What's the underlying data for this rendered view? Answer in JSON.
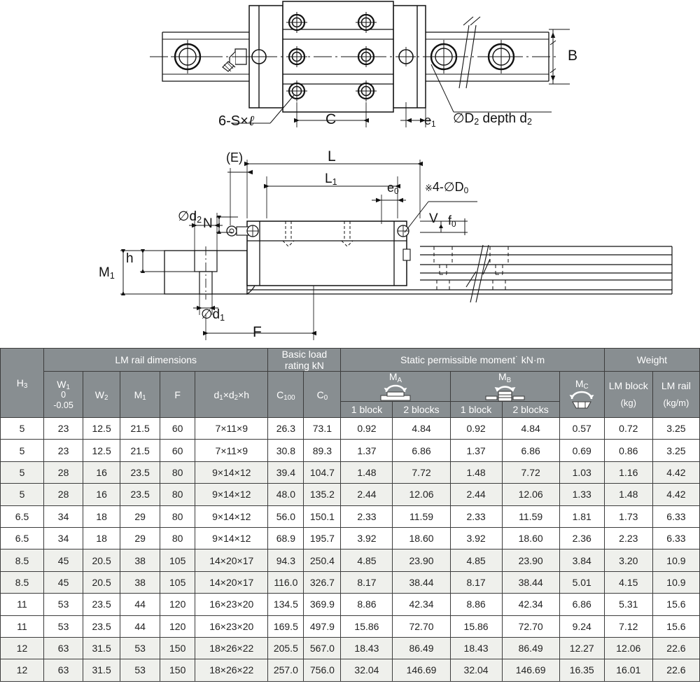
{
  "drawing": {
    "title": "LM guide dimensional drawing",
    "top_view_labels": [
      {
        "name": "six-s-by-l-label",
        "text": "6-S×ℓ"
      },
      {
        "name": "c-dimension-label",
        "text": "C"
      },
      {
        "name": "e1-dimension-label",
        "text": "e₁"
      },
      {
        "name": "d2-depth-label",
        "text": "⌀D₂ depth d₂"
      },
      {
        "name": "b-dimension-label",
        "text": "B"
      }
    ],
    "side_view_labels": [
      {
        "name": "e-dimension-label",
        "text": "(E)"
      },
      {
        "name": "l-dimension-label",
        "text": "L"
      },
      {
        "name": "l1-dimension-label",
        "text": "L₁"
      },
      {
        "name": "e0-dimension-label",
        "text": "e₀"
      },
      {
        "name": "four-d0-label",
        "text": "※4-⌀D₀"
      },
      {
        "name": "v-dimension-label",
        "text": "V"
      },
      {
        "name": "f0-dimension-label",
        "text": "f₀"
      },
      {
        "name": "d2-dimension-label",
        "text": "⌀d₂"
      },
      {
        "name": "n-dimension-label",
        "text": "N"
      },
      {
        "name": "m1-dimension-label",
        "text": "M₁"
      },
      {
        "name": "h-dimension-label",
        "text": "h"
      },
      {
        "name": "d1-dimension-label",
        "text": "⌀d₁"
      },
      {
        "name": "f-dimension-label",
        "text": "F"
      }
    ]
  },
  "table": {
    "group_headers": [
      {
        "key": "h3",
        "text": "H₃"
      },
      {
        "key": "lm_rail_dimensions",
        "text": "LM rail dimensions"
      },
      {
        "key": "basic_load_rating",
        "text": "Basic load rating kN"
      },
      {
        "key": "static_permissible_moment",
        "text": "Static permissible moment˙ kN·m"
      },
      {
        "key": "weight",
        "text": "Weight"
      }
    ],
    "columns": [
      {
        "key": "h3",
        "label": "H₃",
        "sub": "3"
      },
      {
        "key": "w1",
        "label": "W₁",
        "tolerance_upper": "0",
        "tolerance_lower": "-0.05"
      },
      {
        "key": "w2",
        "label": "W₂"
      },
      {
        "key": "m1",
        "label": "M₁"
      },
      {
        "key": "f",
        "label": "F"
      },
      {
        "key": "d1d2h",
        "label": "d₁×d₂×h"
      },
      {
        "key": "c100",
        "label": "C₁₀₀"
      },
      {
        "key": "c0",
        "label": "C₀"
      },
      {
        "key": "ma_1block",
        "label": "1 block",
        "group": "Mᴀ"
      },
      {
        "key": "ma_2blocks",
        "label": "2 blocks",
        "group": "Mᴀ"
      },
      {
        "key": "mb_1block",
        "label": "1 block",
        "group": "Mʙ"
      },
      {
        "key": "mb_2blocks",
        "label": "2 blocks",
        "group": "Mʙ"
      },
      {
        "key": "mc",
        "label": "Mᴄ"
      },
      {
        "key": "weight_block",
        "label": "LM block",
        "unit": "(kg)"
      },
      {
        "key": "weight_rail",
        "label": "LM rail",
        "unit": "(kg/m)"
      }
    ],
    "moment_labels": {
      "ma": "M",
      "ma_sub": "A",
      "mb": "M",
      "mb_sub": "B",
      "mc": "M",
      "mc_sub": "C",
      "one_block": "1 block",
      "two_blocks": "2 blocks"
    },
    "weight_labels": {
      "block": "LM block",
      "block_unit": "(kg)",
      "rail": "LM rail",
      "rail_unit": "(kg/m)"
    },
    "rows": [
      {
        "shade": false,
        "cells": [
          "5",
          "23",
          "12.5",
          "21.5",
          "60",
          "7×11×9",
          "26.3",
          "73.1",
          "0.92",
          "4.84",
          "0.92",
          "4.84",
          "0.57",
          "0.72",
          "3.25"
        ]
      },
      {
        "shade": false,
        "cells": [
          "5",
          "23",
          "12.5",
          "21.5",
          "60",
          "7×11×9",
          "30.8",
          "89.3",
          "1.37",
          "6.86",
          "1.37",
          "6.86",
          "0.69",
          "0.86",
          "3.25"
        ]
      },
      {
        "shade": true,
        "cells": [
          "5",
          "28",
          "16",
          "23.5",
          "80",
          "9×14×12",
          "39.4",
          "104.7",
          "1.48",
          "7.72",
          "1.48",
          "7.72",
          "1.03",
          "1.16",
          "4.42"
        ]
      },
      {
        "shade": true,
        "cells": [
          "5",
          "28",
          "16",
          "23.5",
          "80",
          "9×14×12",
          "48.0",
          "135.2",
          "2.44",
          "12.06",
          "2.44",
          "12.06",
          "1.33",
          "1.48",
          "4.42"
        ]
      },
      {
        "shade": false,
        "cells": [
          "6.5",
          "34",
          "18",
          "29",
          "80",
          "9×14×12",
          "56.0",
          "150.1",
          "2.33",
          "11.59",
          "2.33",
          "11.59",
          "1.81",
          "1.73",
          "6.33"
        ]
      },
      {
        "shade": false,
        "cells": [
          "6.5",
          "34",
          "18",
          "29",
          "80",
          "9×14×12",
          "68.9",
          "195.7",
          "3.92",
          "18.60",
          "3.92",
          "18.60",
          "2.36",
          "2.23",
          "6.33"
        ]
      },
      {
        "shade": true,
        "cells": [
          "8.5",
          "45",
          "20.5",
          "38",
          "105",
          "14×20×17",
          "94.3",
          "250.4",
          "4.85",
          "23.90",
          "4.85",
          "23.90",
          "3.84",
          "3.20",
          "10.9"
        ]
      },
      {
        "shade": true,
        "cells": [
          "8.5",
          "45",
          "20.5",
          "38",
          "105",
          "14×20×17",
          "116.0",
          "326.7",
          "8.17",
          "38.44",
          "8.17",
          "38.44",
          "5.01",
          "4.15",
          "10.9"
        ]
      },
      {
        "shade": false,
        "cells": [
          "11",
          "53",
          "23.5",
          "44",
          "120",
          "16×23×20",
          "134.5",
          "369.9",
          "8.86",
          "42.34",
          "8.86",
          "42.34",
          "6.86",
          "5.31",
          "15.6"
        ]
      },
      {
        "shade": false,
        "cells": [
          "11",
          "53",
          "23.5",
          "44",
          "120",
          "16×23×20",
          "169.5",
          "497.9",
          "15.86",
          "72.70",
          "15.86",
          "72.70",
          "9.24",
          "7.12",
          "15.6"
        ]
      },
      {
        "shade": true,
        "cells": [
          "12",
          "63",
          "31.5",
          "53",
          "150",
          "18×26×22",
          "205.5",
          "567.0",
          "18.43",
          "86.49",
          "18.43",
          "86.49",
          "12.27",
          "12.06",
          "22.6"
        ]
      },
      {
        "shade": true,
        "cells": [
          "12",
          "63",
          "31.5",
          "53",
          "150",
          "18×26×22",
          "257.0",
          "756.0",
          "32.04",
          "146.69",
          "32.04",
          "146.69",
          "16.35",
          "16.01",
          "22.6"
        ]
      }
    ]
  },
  "colors": {
    "header_bg": "#888e91",
    "header_text": "#ffffff",
    "row_shade": "#eff0ec",
    "border": "#3c3c3c",
    "line": "#1a1a1a"
  }
}
